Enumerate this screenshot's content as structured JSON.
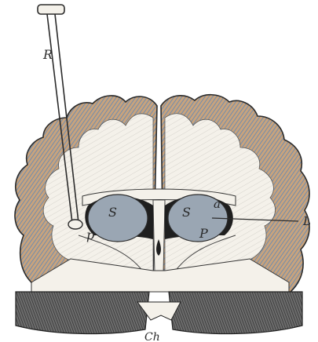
{
  "figure": {
    "colors": {
      "cortex": "#8fa7bf",
      "cortex_warm": "#c9a27a",
      "white_matter": "#f4f1ea",
      "ink": "#2b2b2b",
      "ventricle": "#1f1f1f",
      "nucleus": "#9aa6b3"
    },
    "labels": {
      "probe": "R",
      "nucleus_left": "S",
      "nucleus_right": "S",
      "lower_left": "p",
      "lower_right": "P",
      "a": "a",
      "line_right": "L",
      "bottom": "Ch"
    }
  }
}
